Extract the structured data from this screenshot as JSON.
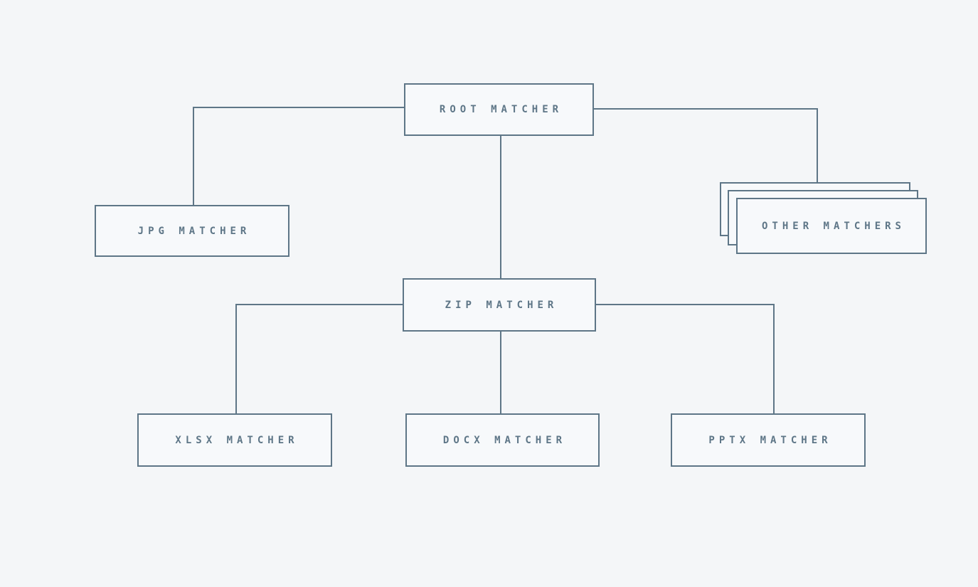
{
  "diagram": {
    "type": "tree",
    "colors": {
      "background": "#f4f6f8",
      "line": "#5e7687",
      "node_fill": "#f7f9fb",
      "text": "#5e7687"
    },
    "nodes": {
      "root": {
        "label": "ROOT MATCHER"
      },
      "jpg": {
        "label": "JPG MATCHER"
      },
      "zip": {
        "label": "ZIP MATCHER"
      },
      "other": {
        "label": "OTHER MATCHERS",
        "style": "stacked-x3"
      },
      "xlsx": {
        "label": "XLSX MATCHER"
      },
      "docx": {
        "label": "DOCX MATCHER"
      },
      "pptx": {
        "label": "PPTX MATCHER"
      }
    },
    "edges": [
      {
        "from": "ROOT MATCHER",
        "to": "JPG MATCHER"
      },
      {
        "from": "ROOT MATCHER",
        "to": "ZIP MATCHER"
      },
      {
        "from": "ROOT MATCHER",
        "to": "OTHER MATCHERS"
      },
      {
        "from": "ZIP MATCHER",
        "to": "XLSX MATCHER"
      },
      {
        "from": "ZIP MATCHER",
        "to": "DOCX MATCHER"
      },
      {
        "from": "ZIP MATCHER",
        "to": "PPTX MATCHER"
      }
    ]
  }
}
